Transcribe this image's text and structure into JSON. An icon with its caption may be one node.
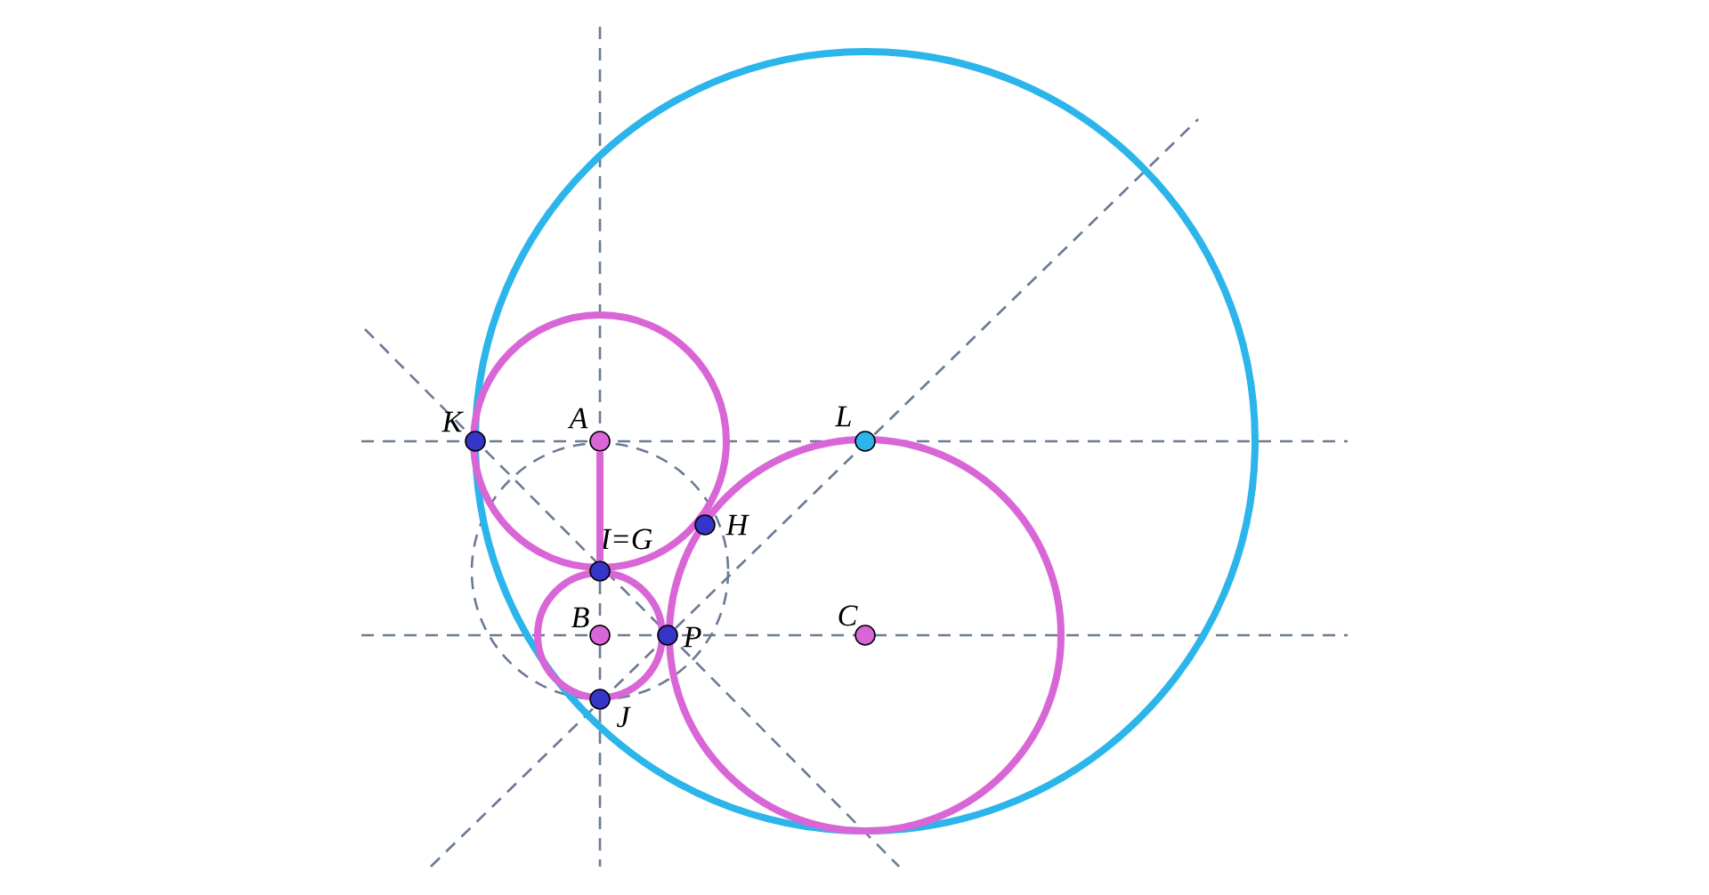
{
  "diagram": {
    "nodes": [
      {
        "text": [],
        "shape": "circle",
        "beside": [
          "K"
        ]
      },
      {
        "text": [],
        "shape": "circle",
        "beside": [
          "A"
        ]
      },
      {
        "text": [],
        "shape": "circle",
        "beside": [
          "L"
        ]
      },
      {
        "text": [],
        "shape": "circle",
        "beside": [
          "H"
        ]
      },
      {
        "text": [],
        "shape": "circle",
        "beside": [
          "I=G"
        ]
      },
      {
        "text": [],
        "shape": "circle",
        "beside": [
          "B"
        ]
      },
      {
        "text": [],
        "shape": "circle",
        "beside": [
          "P"
        ]
      },
      {
        "text": [],
        "shape": "circle",
        "beside": [
          "C"
        ]
      },
      {
        "text": [],
        "shape": "circle",
        "beside": [
          "J"
        ]
      }
    ],
    "edges": [
      {
        "from": 1,
        "to": 4,
        "arrow": "none"
      }
    ]
  }
}
